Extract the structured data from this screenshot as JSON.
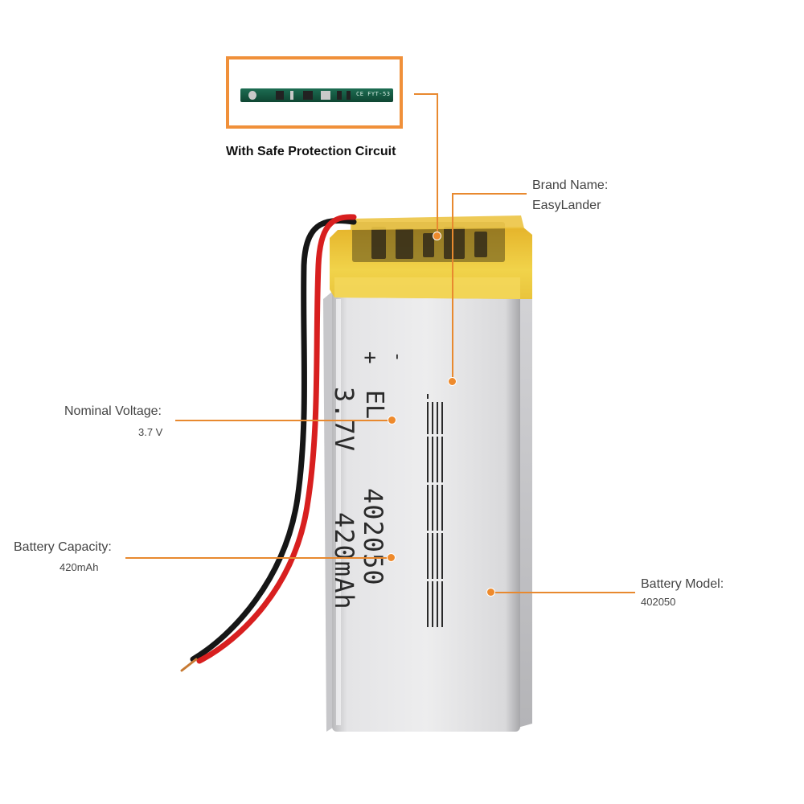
{
  "inset": {
    "caption": "With Safe Protection Circuit",
    "silk_text": "CE FYT-53"
  },
  "callouts": {
    "brand": {
      "title": "Brand Name:",
      "value": "EasyLander"
    },
    "voltage": {
      "title": "Nominal Voltage:",
      "value": "3.7 V"
    },
    "capacity": {
      "title": "Battery Capacity:",
      "value": "420mAh"
    },
    "model": {
      "title": "Battery Model:",
      "value": "402050"
    }
  },
  "battery_print": {
    "plus_sign": "+",
    "minus_sign": "-",
    "brand_mark": "EL",
    "model_code": "402050",
    "voltage_code": "3.7V",
    "capacity_code": "420mAh"
  },
  "colors": {
    "accent": "#ee8a2c",
    "frame": "#f0903a",
    "pcb": "#14553f",
    "tape": "#e8c83a",
    "wire_red": "#d81f1f",
    "wire_black": "#161616"
  },
  "icons": [
    "callout-dot-icon"
  ]
}
